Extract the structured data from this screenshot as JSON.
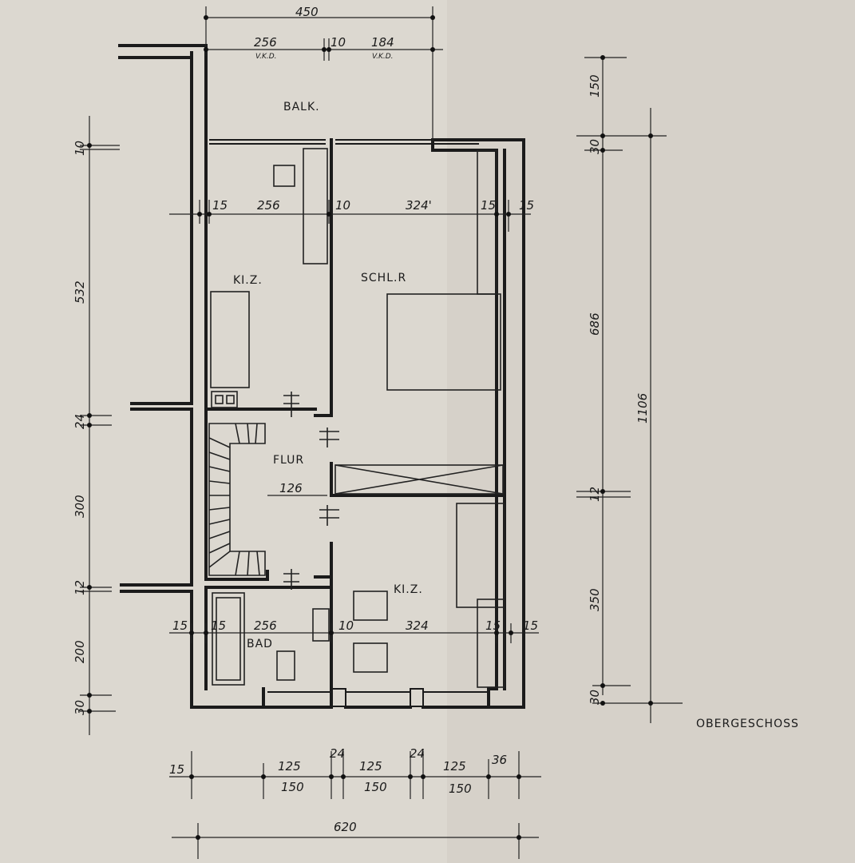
{
  "drawing": {
    "title": "OBERGESCHOSS",
    "rooms": {
      "balcony": "BALK.",
      "kids_room_top": "KI.Z.",
      "bedroom": "SCHL.R",
      "hall": "FLUR",
      "kids_room_bottom": "KI.Z.",
      "bathroom": "BAD"
    },
    "dimensions": {
      "top_total": "450",
      "top_left": "256",
      "top_left_note": "V.K.D.",
      "top_mid": "10",
      "top_right": "184",
      "top_right_note": "V.K.D.",
      "upper_left_wall": "15",
      "upper_kiz_width": "256",
      "upper_mid_wall": "10",
      "upper_bed_width": "324'",
      "upper_right_inner": "15",
      "upper_right_wall": "15",
      "hall_width": "126",
      "lower_left_outer": "15",
      "lower_left_wall": "15",
      "lower_bad_width": "256",
      "lower_mid_wall": "10",
      "lower_kiz_width": "324",
      "lower_right_inner": "15",
      "lower_right_wall": "15",
      "left_side": [
        "10",
        "532",
        "24",
        "300",
        "12",
        "200",
        "30"
      ],
      "right_inner": [
        "150",
        "30",
        "686",
        "12",
        "350",
        "30"
      ],
      "right_total": "1106",
      "bottom_row1": [
        "15",
        "125",
        "24",
        "125",
        "24",
        "125",
        "36"
      ],
      "bottom_row2": [
        "150",
        "150",
        "150"
      ],
      "bottom_total": "620"
    }
  }
}
